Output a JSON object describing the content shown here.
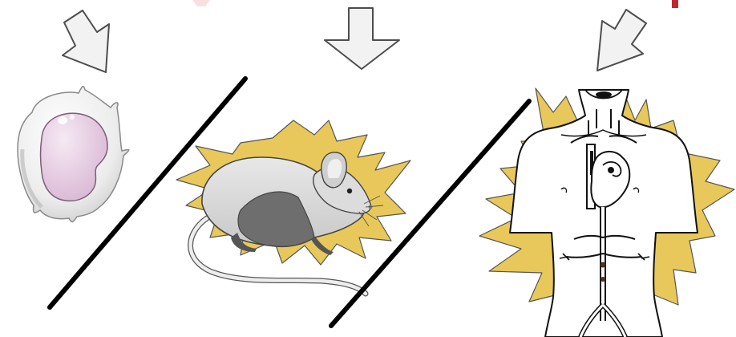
{
  "figure": {
    "panels": [
      {
        "id": "cell",
        "subject": "cell-icon",
        "arrow": "diagonal-down-right-arrow-icon"
      },
      {
        "id": "mouse",
        "subject": "mouse-icon",
        "arrow": "down-arrow-icon",
        "burst": "starburst-icon"
      },
      {
        "id": "human",
        "subject": "human-torso-icon",
        "arrow": "diagonal-down-left-arrow-icon",
        "burst": "starburst-icon"
      }
    ],
    "colors": {
      "arrow_fill": "#f2f2f2",
      "arrow_stroke": "#4d4d4d",
      "burst": "#e8c85a",
      "cell_membrane": "#eeeeee",
      "nucleus": "#e7cde3",
      "mouse_body": "#d9d9d9",
      "mouse_shadow": "#6e6e6e",
      "divider": "#000000",
      "accent_top": "#c1272d"
    }
  }
}
